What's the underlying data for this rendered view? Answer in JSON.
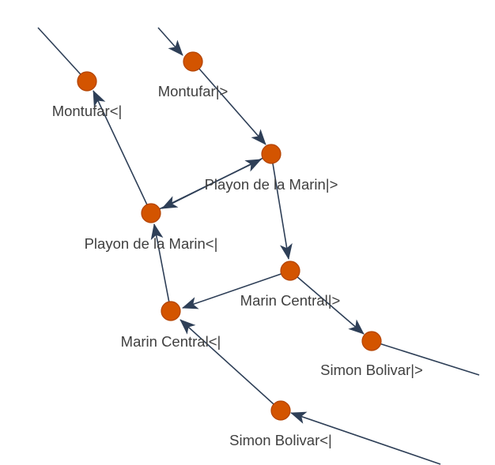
{
  "diagram": {
    "nodes": [
      {
        "id": "montufar_in",
        "label": "Montufar<|"
      },
      {
        "id": "montufar_out",
        "label": "Montufar|>"
      },
      {
        "id": "playon_out",
        "label": "Playon de la Marin|>"
      },
      {
        "id": "playon_in",
        "label": "Playon de la Marin<|"
      },
      {
        "id": "marin_out",
        "label": "Marin Central|>"
      },
      {
        "id": "marin_in",
        "label": "Marin Central<|"
      },
      {
        "id": "simon_out",
        "label": "Simon Bolivar|>"
      },
      {
        "id": "simon_in",
        "label": "Simon Bolivar<|"
      }
    ],
    "edges": [
      {
        "from": "montufar_out",
        "to": "playon_out"
      },
      {
        "from": "playon_out",
        "to": "marin_out"
      },
      {
        "from": "marin_out",
        "to": "simon_out"
      },
      {
        "from": "marin_out",
        "to": "marin_in"
      },
      {
        "from": "playon_out",
        "to": "playon_in"
      },
      {
        "from": "playon_in",
        "to": "playon_out"
      },
      {
        "from": "playon_in",
        "to": "montufar_in"
      },
      {
        "from": "marin_in",
        "to": "playon_in"
      },
      {
        "from": "simon_in",
        "to": "marin_in"
      }
    ],
    "colors": {
      "node_fill": "#d35400",
      "edge": "#2e3f57",
      "label": "#404040"
    }
  }
}
